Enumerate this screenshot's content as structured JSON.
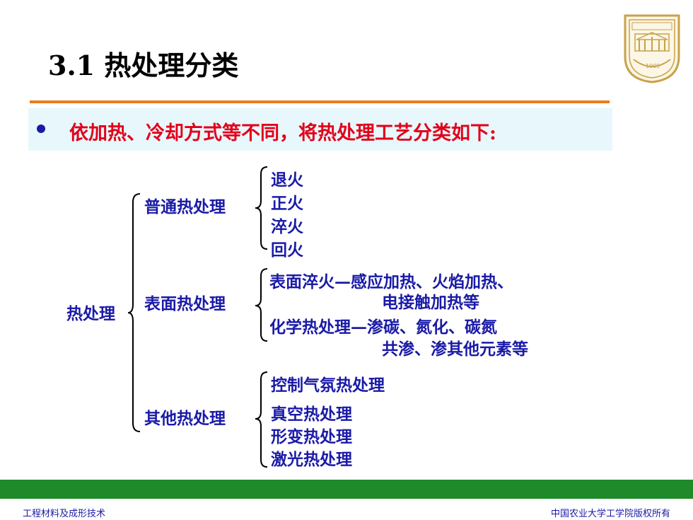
{
  "title": "3.1 热处理分类",
  "subtitle": "依加热、冷却方式等不同，将热处理工艺分类如下:",
  "tree": {
    "root": "热处理",
    "group_ordinary": {
      "label": "普通热处理",
      "items": [
        "退火",
        "正火",
        "淬火",
        "回火"
      ]
    },
    "group_surface": {
      "label": "表面热处理",
      "item1_line1": "表面淬火—感应加热、火焰加热、",
      "item1_line2": "电接触加热等",
      "item2_line1": "化学热处理—渗碳、氮化、碳氮",
      "item2_line2": "共渗、渗其他元素等"
    },
    "group_other": {
      "label": "其他热处理",
      "items": [
        "控制气氛热处理",
        "真空热处理",
        "形变热处理",
        "激光热处理"
      ]
    }
  },
  "footer": {
    "left": "工程材料及成形技术",
    "right": "中国农业大学工学院版权所有"
  },
  "logo": {
    "icon": "university-seal-icon",
    "year": "1905"
  },
  "colors": {
    "accent_orange": "#ee7a1c",
    "subtitle_red": "#e2001a",
    "tree_blue": "#1a1aa8",
    "footer_green": "#1e8a2a",
    "logo_gold": "#c9a24a"
  }
}
